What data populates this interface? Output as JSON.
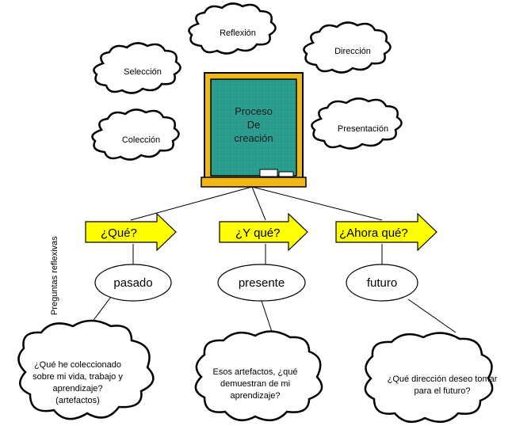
{
  "concept_clouds": {
    "reflexion": "Reflexión",
    "direccion": "Dirección",
    "seleccion": "Selección",
    "presentacion": "Presentación",
    "coleccion": "Colección"
  },
  "board": {
    "line1": "Proceso",
    "line2": "De",
    "line3": "creación"
  },
  "side_label": "Preguntas reflexivas",
  "arrows": {
    "que": "¿Qué?",
    "y_que": "¿Y qué?",
    "ahora_que": "¿Ahora qué?"
  },
  "ovals": {
    "pasado": "pasado",
    "presente": "presente",
    "futuro": "futuro"
  },
  "bottom_clouds": {
    "left": [
      "¿Qué he coleccionado",
      "sobre mi vida, trabajo y",
      "aprendizaje?",
      "(artefactos)"
    ],
    "middle": [
      "Esos artefactos, ¿qué",
      "demuestran de mi",
      "aprendizaje?"
    ],
    "right": [
      "¿Qué dirección deseo tomar",
      "para el futuro?"
    ]
  },
  "colors": {
    "arrow_fill": "#ffff00",
    "board_frame": "#f2b818",
    "board_face": "#2a9a8d",
    "outline": "#000000"
  }
}
